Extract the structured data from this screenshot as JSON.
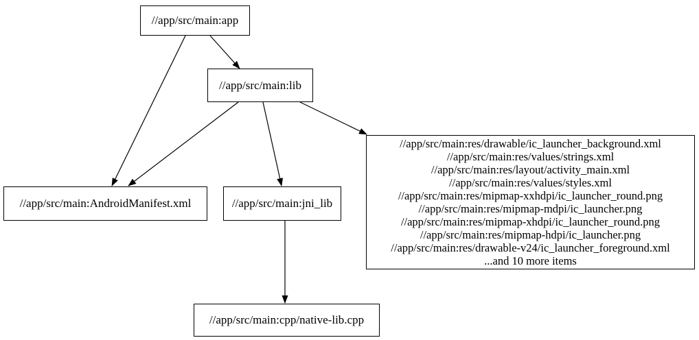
{
  "diagram": {
    "type": "directed-dependency-graph",
    "background_color": "#ffffff",
    "node_fill_color": "#ffffff",
    "node_border_color": "#000000",
    "edge_color": "#000000",
    "text_color": "#000000"
  },
  "nodes": {
    "app": {
      "label": "//app/src/main:app"
    },
    "lib": {
      "label": "//app/src/main:lib"
    },
    "android_manifest": {
      "label": "//app/src/main:AndroidManifest.xml"
    },
    "jni_lib": {
      "label": "//app/src/main:jni_lib"
    },
    "resources": {
      "lines": [
        "//app/src/main:res/drawable/ic_launcher_background.xml",
        "//app/src/main:res/values/strings.xml",
        "//app/src/main:res/layout/activity_main.xml",
        "//app/src/main:res/values/styles.xml",
        "//app/src/main:res/mipmap-xxhdpi/ic_launcher_round.png",
        "//app/src/main:res/mipmap-mdpi/ic_launcher.png",
        "//app/src/main:res/mipmap-xhdpi/ic_launcher_round.png",
        "//app/src/main:res/mipmap-hdpi/ic_launcher.png",
        "//app/src/main:res/drawable-v24/ic_launcher_foreground.xml",
        "...and 10 more items"
      ]
    },
    "native_lib": {
      "label": "//app/src/main:cpp/native-lib.cpp"
    }
  },
  "edges": [
    {
      "from": "app",
      "to": "lib"
    },
    {
      "from": "app",
      "to": "android_manifest"
    },
    {
      "from": "lib",
      "to": "android_manifest"
    },
    {
      "from": "lib",
      "to": "jni_lib"
    },
    {
      "from": "lib",
      "to": "resources"
    },
    {
      "from": "jni_lib",
      "to": "native_lib"
    }
  ]
}
